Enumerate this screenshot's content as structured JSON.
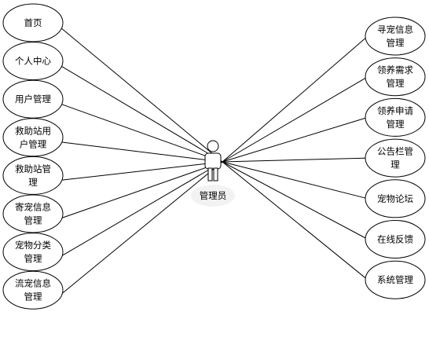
{
  "diagram": {
    "actor": {
      "label": "管理员"
    },
    "left_use_cases": [
      {
        "lines": [
          "首页"
        ]
      },
      {
        "lines": [
          "个人中心"
        ]
      },
      {
        "lines": [
          "用户管理"
        ]
      },
      {
        "lines": [
          "救助站用",
          "户管理"
        ]
      },
      {
        "lines": [
          "救助站管",
          "理"
        ]
      },
      {
        "lines": [
          "寄宠信息",
          "管理"
        ]
      },
      {
        "lines": [
          "宠物分类",
          "管理"
        ]
      },
      {
        "lines": [
          "流宠信息",
          "管理"
        ]
      }
    ],
    "right_use_cases": [
      {
        "lines": [
          "寻宠信息",
          "管理"
        ]
      },
      {
        "lines": [
          "领养需求",
          "管理"
        ]
      },
      {
        "lines": [
          "领养申请",
          "管理"
        ]
      },
      {
        "lines": [
          "公告栏管",
          "理"
        ]
      },
      {
        "lines": [
          "宠物论坛"
        ]
      },
      {
        "lines": [
          "在线反馈"
        ]
      },
      {
        "lines": [
          "系统管理"
        ]
      }
    ]
  }
}
